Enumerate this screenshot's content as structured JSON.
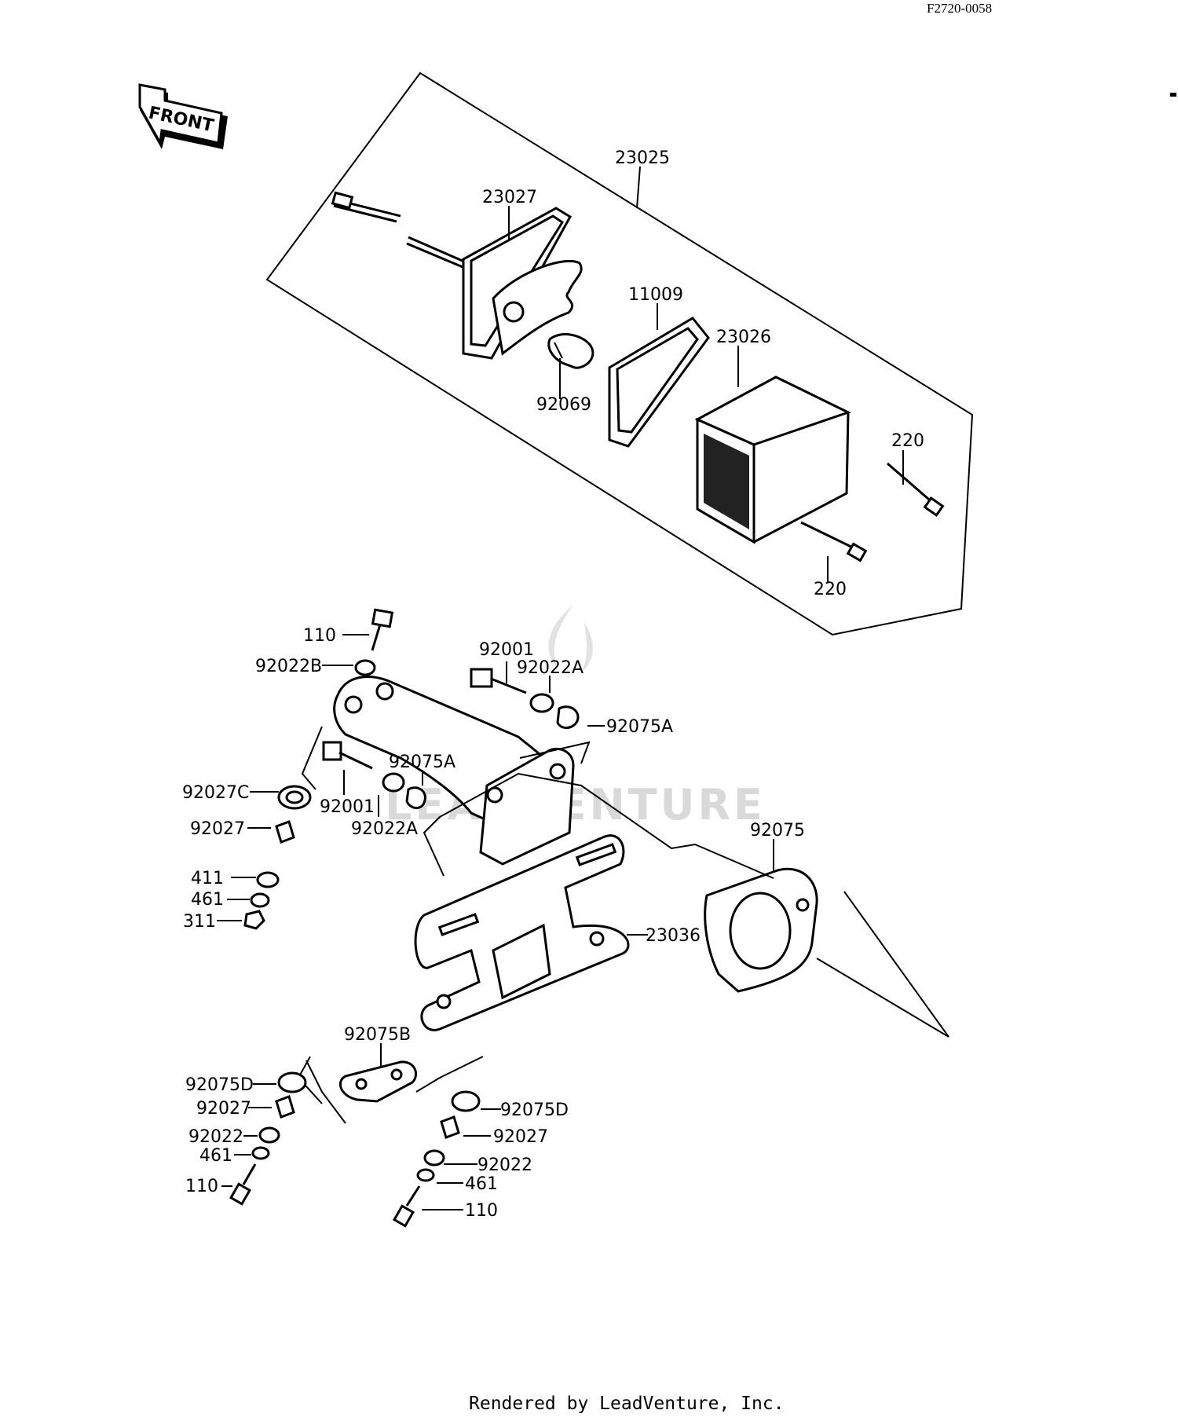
{
  "diagram": {
    "code": "F2720-0058",
    "front_label": "FRONT",
    "footer": "Rendered by LeadVenture, Inc.",
    "watermark": "LEADVENTURE",
    "labels": {
      "p23025": "23025",
      "p23027": "23027",
      "p11009": "11009",
      "p23026": "23026",
      "p92069": "92069",
      "p220_top": "220",
      "p220_bottom": "220",
      "p110_top": "110",
      "p92022B": "92022B",
      "p92001_top": "92001",
      "p92022A_top": "92022A",
      "p92075A_right": "92075A",
      "p92075A_mid": "92075A",
      "p92027C": "92027C",
      "p92001_mid": "92001",
      "p92022A_mid": "92022A",
      "p92027_left": "92027",
      "p411": "411",
      "p461_left": "461",
      "p311": "311",
      "p92075": "92075",
      "p23036": "23036",
      "p92075B": "92075B",
      "p92075D_left": "92075D",
      "p92027_lower_left": "92027",
      "p92022_left": "92022",
      "p461_lower_left": "461",
      "p110_left": "110",
      "p92075D_right": "92075D",
      "p92027_right": "92027",
      "p92022_right": "92022",
      "p461_right": "461",
      "p110_right": "110"
    }
  }
}
